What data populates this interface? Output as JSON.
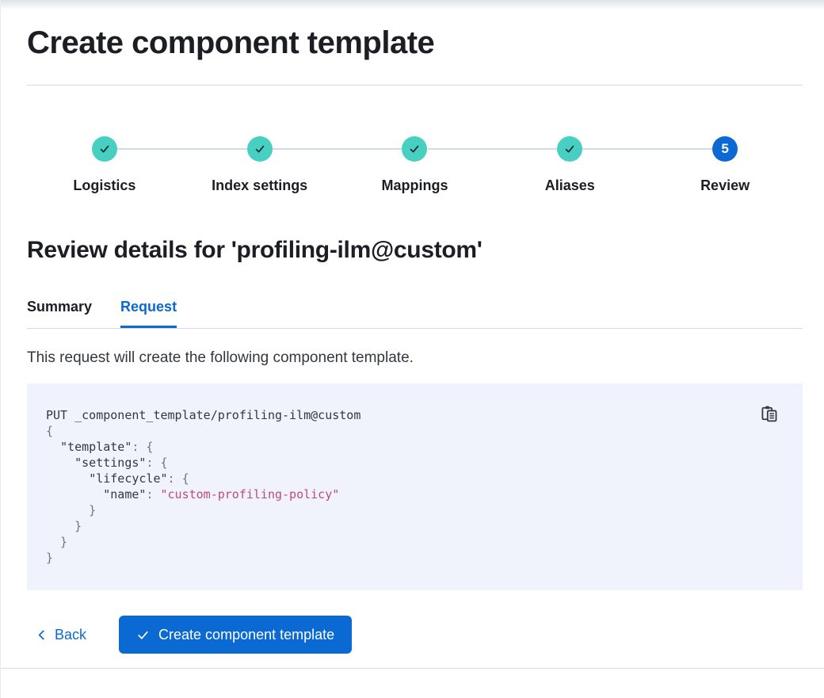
{
  "page": {
    "title": "Create component template"
  },
  "stepper": {
    "steps": [
      {
        "label": "Logistics",
        "status": "complete",
        "icon": "check-icon"
      },
      {
        "label": "Index settings",
        "status": "complete",
        "icon": "check-icon"
      },
      {
        "label": "Mappings",
        "status": "complete",
        "icon": "check-icon"
      },
      {
        "label": "Aliases",
        "status": "complete",
        "icon": "check-icon"
      },
      {
        "label": "Review",
        "status": "current",
        "number": "5"
      }
    ]
  },
  "review": {
    "heading": "Review details for 'profiling-ilm@custom'",
    "tabs": [
      {
        "label": "Summary",
        "active": false
      },
      {
        "label": "Request",
        "active": true
      }
    ],
    "description": "This request will create the following component template."
  },
  "code_block": {
    "copy_icon": "copy-clipboard-icon",
    "lines": [
      [
        {
          "type": "plain",
          "text": "PUT _component_template/profiling-ilm@custom"
        }
      ],
      [
        {
          "type": "punct",
          "text": "{"
        }
      ],
      [
        {
          "type": "plain",
          "text": "  "
        },
        {
          "type": "key",
          "text": "\"template\""
        },
        {
          "type": "punct",
          "text": ": {"
        }
      ],
      [
        {
          "type": "plain",
          "text": "    "
        },
        {
          "type": "key",
          "text": "\"settings\""
        },
        {
          "type": "punct",
          "text": ": {"
        }
      ],
      [
        {
          "type": "plain",
          "text": "      "
        },
        {
          "type": "key",
          "text": "\"lifecycle\""
        },
        {
          "type": "punct",
          "text": ": {"
        }
      ],
      [
        {
          "type": "plain",
          "text": "        "
        },
        {
          "type": "key",
          "text": "\"name\""
        },
        {
          "type": "punct",
          "text": ": "
        },
        {
          "type": "string",
          "text": "\"custom-profiling-policy\""
        }
      ],
      [
        {
          "type": "punct",
          "text": "      }"
        }
      ],
      [
        {
          "type": "punct",
          "text": "    }"
        }
      ],
      [
        {
          "type": "punct",
          "text": "  }"
        }
      ],
      [
        {
          "type": "punct",
          "text": "}"
        }
      ]
    ]
  },
  "footer": {
    "back_label": "Back",
    "create_button_label": "Create component template"
  },
  "colors": {
    "primary_blue": "#0b69d4",
    "step_complete_teal": "#47d0c2",
    "check_dark": "#1b2733",
    "connector_gray": "#d3dae6",
    "code_background": "#f0f3fb",
    "code_text": "#343741",
    "code_punctuation": "#6b7484",
    "code_string": "#bd4c78",
    "heading_text": "#1c1e24",
    "body_text": "#343741"
  }
}
